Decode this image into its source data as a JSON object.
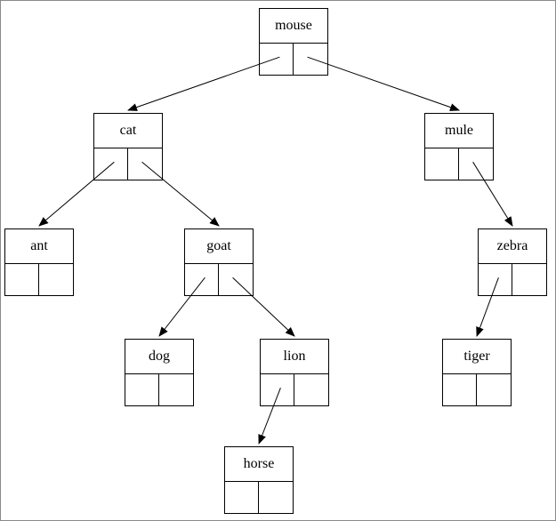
{
  "diagram": {
    "type": "binary-tree",
    "colors": {
      "stroke": "#000000",
      "background": "#ffffff"
    },
    "nodes": [
      {
        "id": "mouse",
        "label": "mouse"
      },
      {
        "id": "cat",
        "label": "cat"
      },
      {
        "id": "mule",
        "label": "mule"
      },
      {
        "id": "ant",
        "label": "ant"
      },
      {
        "id": "goat",
        "label": "goat"
      },
      {
        "id": "zebra",
        "label": "zebra"
      },
      {
        "id": "dog",
        "label": "dog"
      },
      {
        "id": "lion",
        "label": "lion"
      },
      {
        "id": "tiger",
        "label": "tiger"
      },
      {
        "id": "horse",
        "label": "horse"
      }
    ],
    "edges": [
      {
        "from": "mouse",
        "port": "left",
        "to": "cat"
      },
      {
        "from": "mouse",
        "port": "right",
        "to": "mule"
      },
      {
        "from": "cat",
        "port": "left",
        "to": "ant"
      },
      {
        "from": "cat",
        "port": "right",
        "to": "goat"
      },
      {
        "from": "mule",
        "port": "right",
        "to": "zebra"
      },
      {
        "from": "goat",
        "port": "left",
        "to": "dog"
      },
      {
        "from": "goat",
        "port": "right",
        "to": "lion"
      },
      {
        "from": "lion",
        "port": "left",
        "to": "horse"
      },
      {
        "from": "zebra",
        "port": "left",
        "to": "tiger"
      }
    ]
  }
}
